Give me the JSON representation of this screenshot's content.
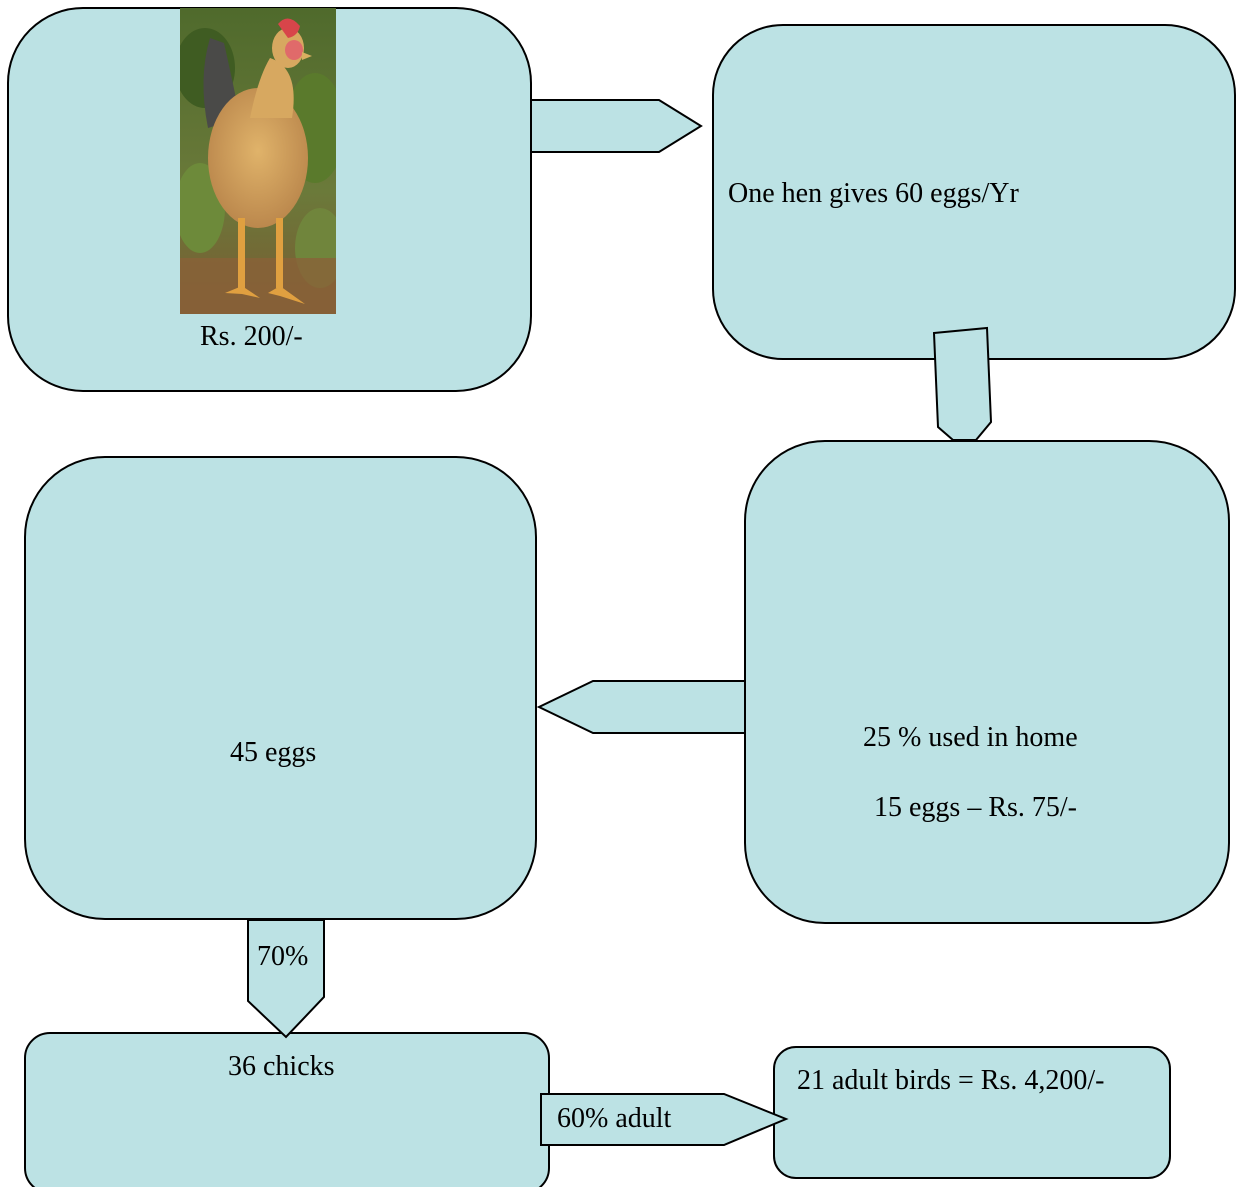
{
  "colors": {
    "box_fill": "#bce2e4",
    "stroke": "#000000",
    "background": "#ffffff"
  },
  "nodes": {
    "hen": {
      "image": "hen-photo",
      "caption": "Rs. 200/-"
    },
    "eggs_per_year": {
      "text": "One hen gives 60 eggs/Yr"
    },
    "home_use": {
      "line1": "25 % used in home",
      "line2": "15 eggs – Rs. 75/-"
    },
    "eggs": {
      "text": "45 eggs"
    },
    "chicks": {
      "text": "36 chicks"
    },
    "adults": {
      "text": "21 adult birds = Rs. 4,200/-"
    }
  },
  "arrows": {
    "hatch": {
      "label": "70%"
    },
    "survive": {
      "label": "60% adult"
    }
  }
}
